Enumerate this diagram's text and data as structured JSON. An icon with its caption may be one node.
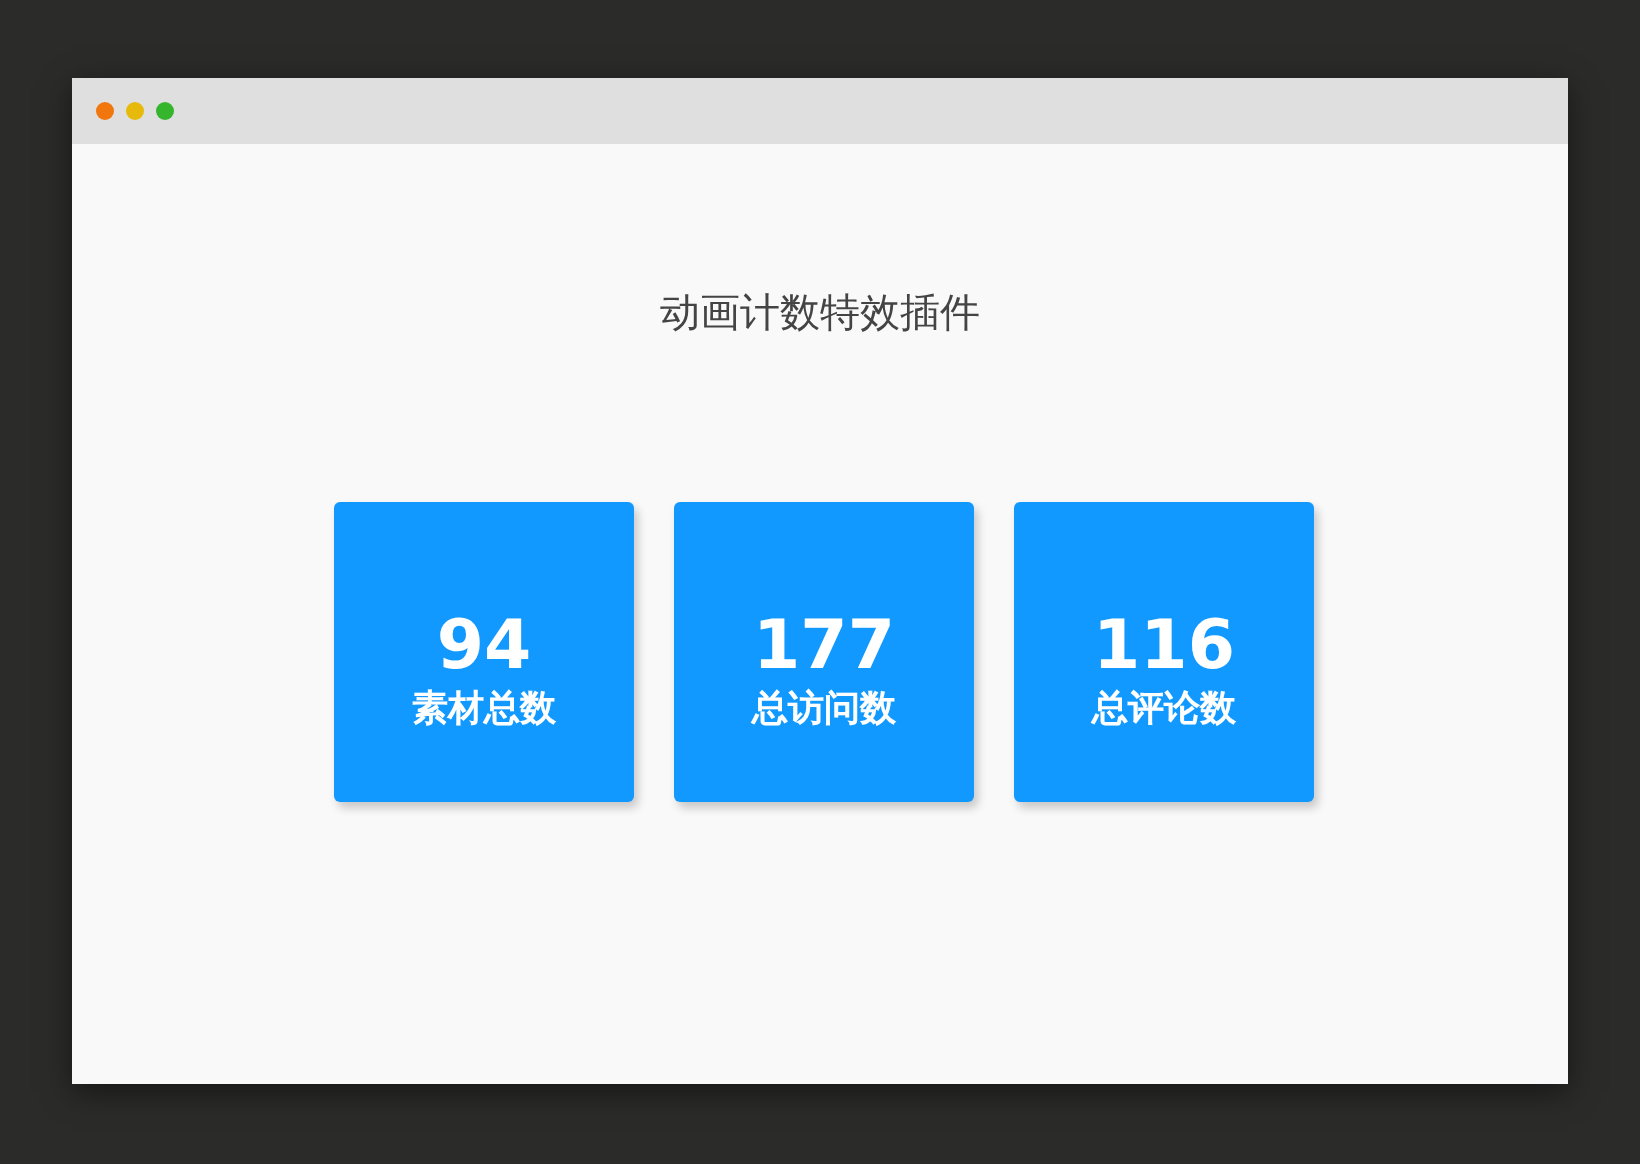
{
  "diagram": {
    "title": "动画计数特效插件",
    "nodes": [
      {
        "text": [
          "94",
          "素材总数"
        ]
      },
      {
        "text": [
          "177",
          "总访问数"
        ]
      },
      {
        "text": [
          "116",
          "总评论数"
        ]
      }
    ]
  }
}
